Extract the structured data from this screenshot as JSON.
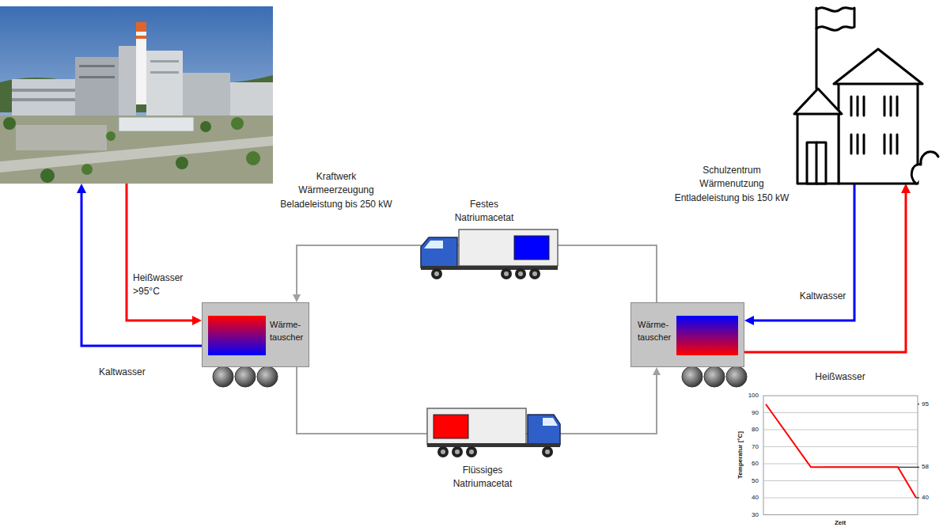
{
  "diagram": {
    "nodes": [
      {
        "text": [
          "Kraftwerk Wärmeerzeugung Beladeleistung bis 250 kW"
        ]
      },
      {
        "text": [
          "Schulzentrum Wärmenutzung Entladeleistung bis 150 kW"
        ]
      },
      {
        "text": [
          "Wärme- tauscher"
        ]
      },
      {
        "text": [
          "Wärme- tauscher"
        ]
      }
    ],
    "edges": [
      {
        "from": 0,
        "to": 2,
        "arrow": "to",
        "label": "Heißwasser >95°C"
      },
      {
        "from": 2,
        "to": 0,
        "arrow": "to",
        "label": "Kaltwasser"
      },
      {
        "from": 1,
        "to": 3,
        "arrow": "to",
        "label": "Kaltwasser"
      },
      {
        "from": 3,
        "to": 1,
        "arrow": "to",
        "label": "Heißwasser"
      },
      {
        "from": 3,
        "to": 2,
        "arrow": "to",
        "label": "Festes Natriumacetat"
      },
      {
        "from": 2,
        "to": 3,
        "arrow": "to",
        "label": "Flüssiges Natriumacetat"
      }
    ],
    "labels": [
      "Temperatur [°C]",
      "100",
      "90",
      "80",
      "70",
      "60",
      "50",
      "40",
      "30",
      "Zeit",
      "95",
      "58",
      "40"
    ]
  }
}
